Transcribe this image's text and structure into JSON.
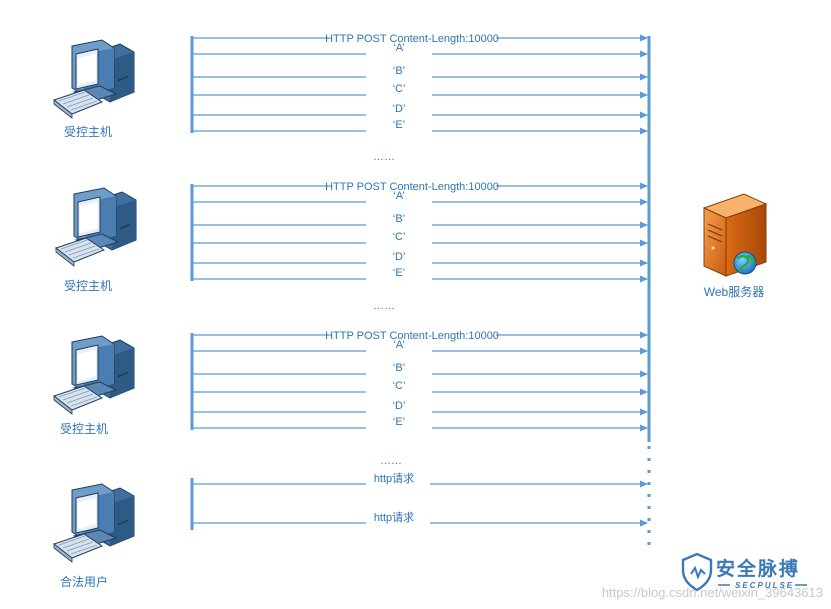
{
  "hosts": [
    {
      "label": "受控主机"
    },
    {
      "label": "受控主机"
    },
    {
      "label": "受控主机"
    },
    {
      "label": "合法用户"
    }
  ],
  "server": {
    "label": "Web服务器"
  },
  "groups": [
    {
      "header": "HTTP POST Content-Length:10000",
      "chars": [
        "‘A’",
        "‘B’",
        "‘C’",
        "‘D’",
        "‘E’"
      ]
    },
    {
      "header": "HTTP POST Content-Length:10000",
      "chars": [
        "‘A’",
        "‘B’",
        "‘C’",
        "‘D’",
        "‘E’"
      ]
    },
    {
      "header": "HTTP POST Content-Length:10000",
      "chars": [
        "‘A’",
        "‘B’",
        "‘C’",
        "‘D’",
        "‘E’"
      ]
    }
  ],
  "ellipsis": "……",
  "legit_requests": [
    "http请求",
    "http请求"
  ],
  "brand": {
    "name": "安全脉搏",
    "sub": "SECPULSE"
  },
  "watermark": "https://blog.csdn.net/weixin_39643613",
  "colors": {
    "line": "#5b9bd5",
    "text": "#2e75b6",
    "server": "#e87722"
  }
}
